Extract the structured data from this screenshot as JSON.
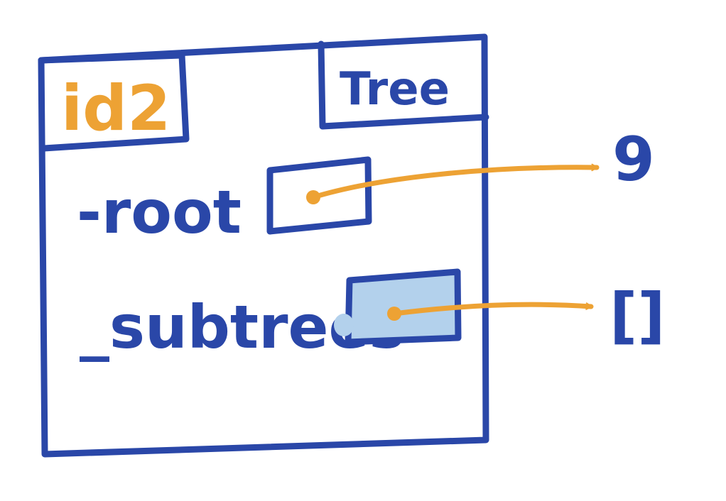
{
  "object": {
    "id": "id2",
    "type": "Tree",
    "attributes": [
      {
        "name": "-root",
        "value": "9",
        "highlighted": false
      },
      {
        "name": "_subtrees",
        "value": "[]",
        "highlighted": true
      }
    ]
  },
  "colors": {
    "ink": "#2a47a8",
    "accent": "#eda234",
    "highlight": "#b3d1ec"
  }
}
